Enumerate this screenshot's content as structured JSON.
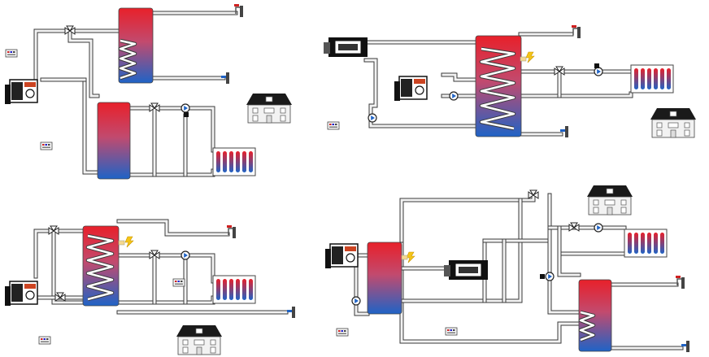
{
  "colors": {
    "hot": "#e8202a",
    "cold": "#1f63c6",
    "pipe_outline": "#3a3a3a",
    "pipe_fill": "#f2f2f2"
  },
  "systems": [
    {
      "id": "top-left",
      "components": [
        "heat-pump-unit",
        "three-way-valve",
        "dhw-tank-with-coil",
        "buffer-tank",
        "mixing-valve",
        "circulation-pump",
        "radiator",
        "hot-tap",
        "cold-supply",
        "house",
        "controller"
      ]
    },
    {
      "id": "top-right",
      "components": [
        "boiler",
        "heat-pump-unit",
        "combi-tank-with-coil",
        "electric-heater",
        "mixing-valve",
        "circulation-pump",
        "radiator",
        "hot-tap",
        "cold-supply",
        "house",
        "controller"
      ]
    },
    {
      "id": "bottom-left",
      "components": [
        "heat-pump-unit",
        "three-way-valve",
        "combi-tank-with-coil",
        "electric-heater",
        "mixing-valve",
        "circulation-pump",
        "radiator",
        "hot-tap",
        "cold-supply",
        "house",
        "controller"
      ]
    },
    {
      "id": "bottom-right",
      "components": [
        "heat-pump-unit",
        "buffer-tank",
        "electric-heater",
        "boiler",
        "dhw-tank-with-coil",
        "mixing-valve",
        "circulation-pump",
        "radiator",
        "hot-tap",
        "cold-supply",
        "house",
        "controller"
      ]
    }
  ],
  "icons": {
    "heater": "lightning-icon",
    "pump": "pump-icon",
    "valve": "valve-icon",
    "tap": "tap-icon"
  }
}
